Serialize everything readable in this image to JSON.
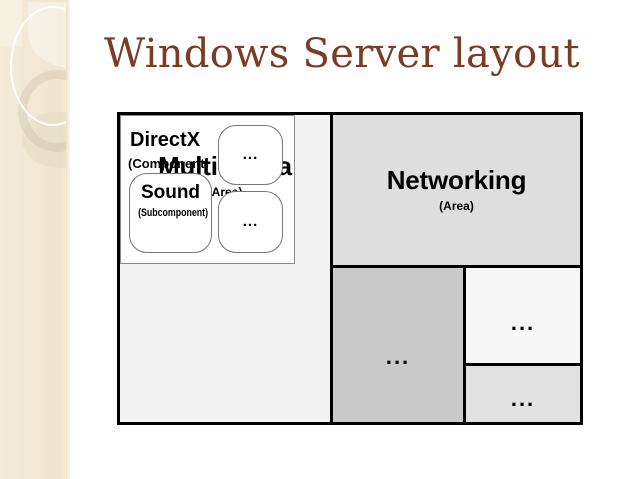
{
  "slide": {
    "title": "Windows Server layout",
    "title_color": "#7b3c26",
    "background_color": "#ffffff",
    "side_band_color": "#f2e8d4"
  },
  "diagram": {
    "frame_border_color": "#000000",
    "blocks": [
      {
        "key": "multimedia",
        "title": "Multimedia",
        "subtitle": "(Area)",
        "fill": "#f4f4f4"
      },
      {
        "key": "networking",
        "title": "Networking",
        "subtitle": "(Area)",
        "fill": "#dedede"
      },
      {
        "key": "dots_big",
        "title": "...",
        "fill": "#c9c9c9"
      },
      {
        "key": "dots_white",
        "title": "...",
        "fill": "#f7f7f7"
      },
      {
        "key": "dots_light",
        "title": "...",
        "fill": "#e1e1e1"
      }
    ],
    "directx": {
      "title": "DirectX",
      "subtitle": "(Component)",
      "fill": "#ffffff",
      "sound": {
        "title": "Sound",
        "subtitle": "(Subcomponent)",
        "fill": "#ffffff"
      },
      "placeholder_1": "...",
      "placeholder_2": "..."
    }
  }
}
